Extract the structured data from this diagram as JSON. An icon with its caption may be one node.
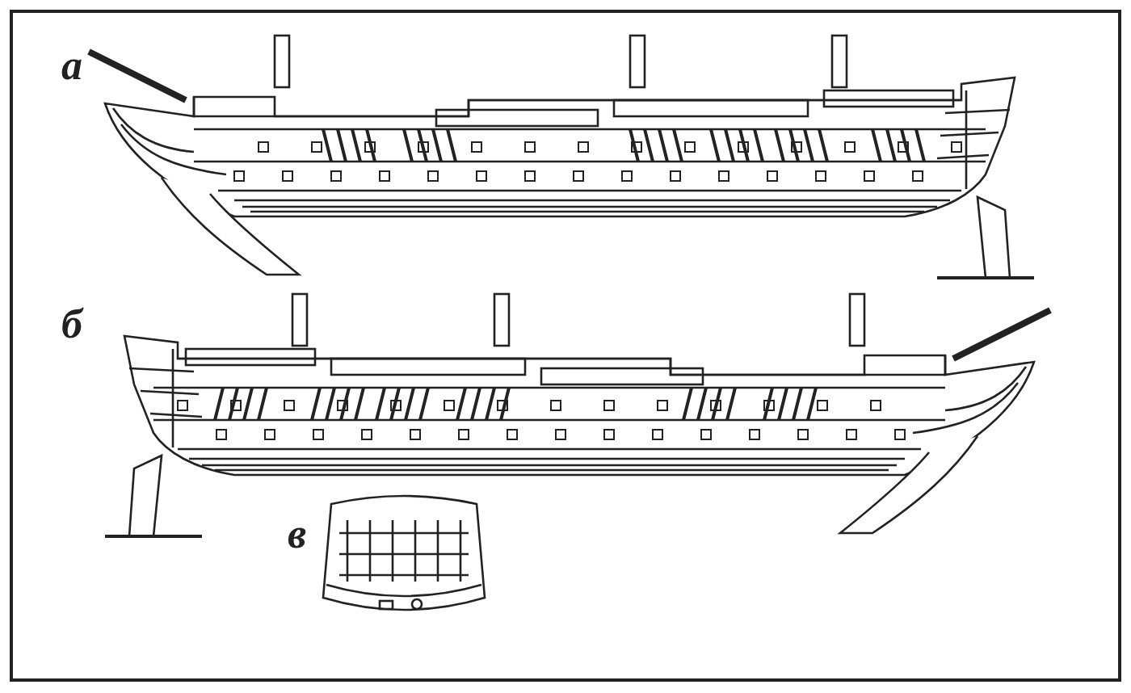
{
  "diagram": {
    "labels": [
      "а",
      "б",
      "в"
    ]
  }
}
